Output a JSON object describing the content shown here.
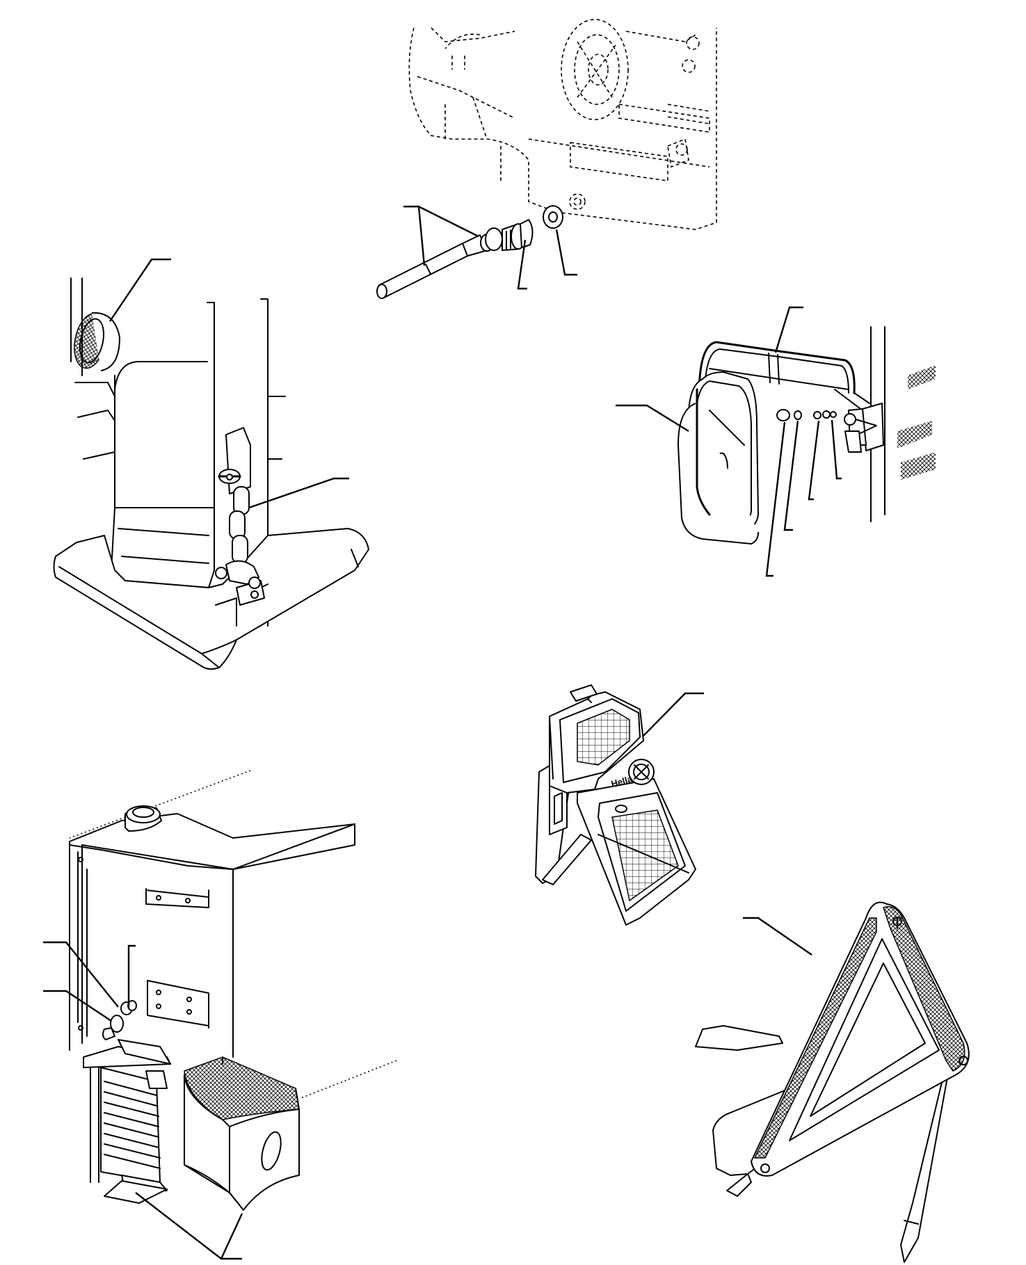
{
  "figure": {
    "brand_text": "Hella",
    "components": [
      {
        "id": "engine-coupling",
        "icon": "towing-pin-icon"
      },
      {
        "id": "post-with-chain",
        "icon": "reflector-post-icon"
      },
      {
        "id": "side-mirror",
        "icon": "mirror-icon"
      },
      {
        "id": "warning-lamp",
        "icon": "lamp-icon"
      },
      {
        "id": "tank-with-chocks",
        "icon": "wheel-chock-icon"
      },
      {
        "id": "warning-triangle",
        "icon": "warning-triangle-icon"
      }
    ]
  }
}
